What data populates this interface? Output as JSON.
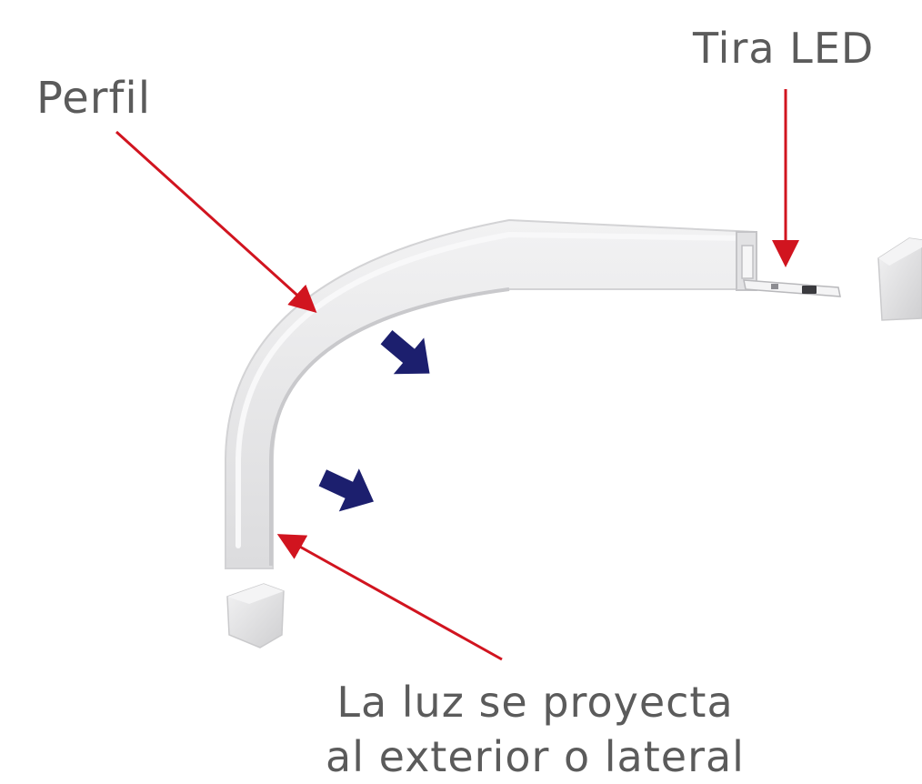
{
  "labels": {
    "profile": "Perfil",
    "led_strip": "Tira LED",
    "light_line1": "La luz se proyecta",
    "light_line2": "al exterior o lateral"
  },
  "colors": {
    "background": "#ffffff",
    "label_text": "#5b5b5b",
    "pointer": "#d1141f",
    "light_arrow": "#1c1f6e",
    "profile_body": "#e9e9ea",
    "profile_shadow": "#cfcfd1"
  },
  "icons": {
    "pointer": "red-pointer-arrow",
    "light_direction": "navy-block-arrow"
  }
}
